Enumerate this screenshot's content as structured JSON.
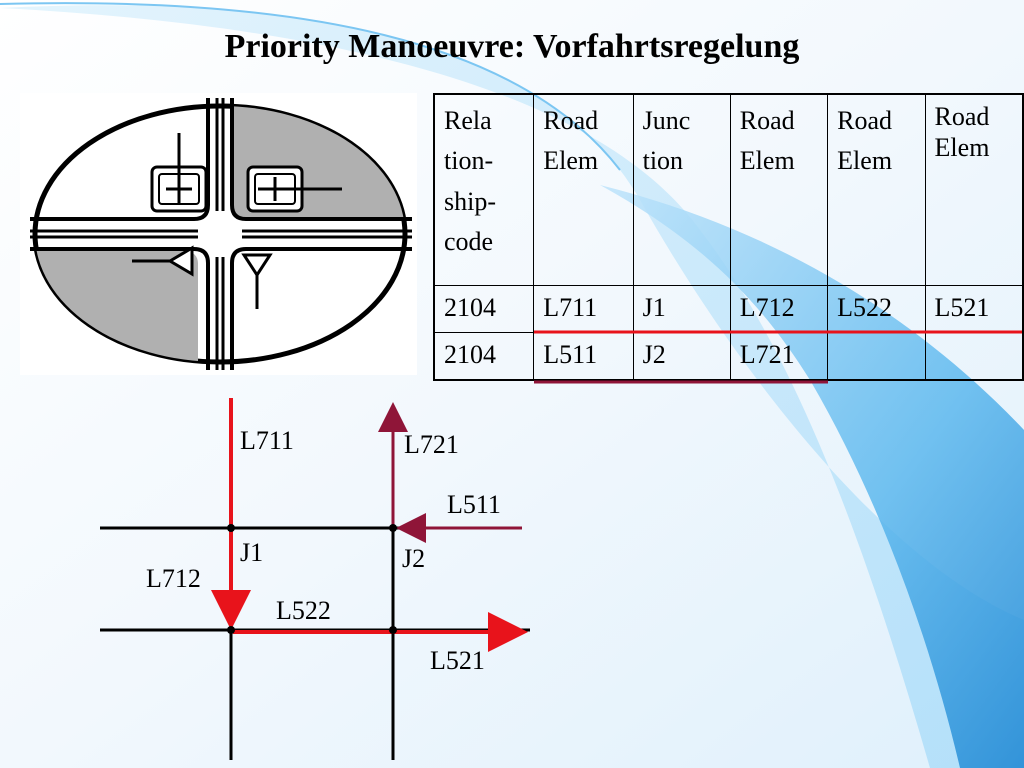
{
  "title": "Priority Manoeuvre: Vorfahrtsregelung",
  "table": {
    "headers": [
      "Rela tion-ship-code",
      "Road Elem",
      "Junc tion",
      "Road Elem",
      "Road Elem",
      "Road Elem"
    ],
    "rows": [
      [
        "2104",
        "L711",
        "J1",
        "L712",
        "L522",
        "L521"
      ],
      [
        "2104",
        "L511",
        "J2",
        "L721",
        "",
        ""
      ]
    ]
  },
  "diagram": {
    "labels": {
      "L711": "L711",
      "L721": "L721",
      "L511": "L511",
      "J1": "J1",
      "J2": "J2",
      "L712": "L712",
      "L522": "L522",
      "L521": "L521"
    }
  },
  "colors": {
    "route1": "#e8131b",
    "route2": "#8f1538",
    "quadrant": "#b0b0b0",
    "accent_blue": "#2a9be0"
  }
}
